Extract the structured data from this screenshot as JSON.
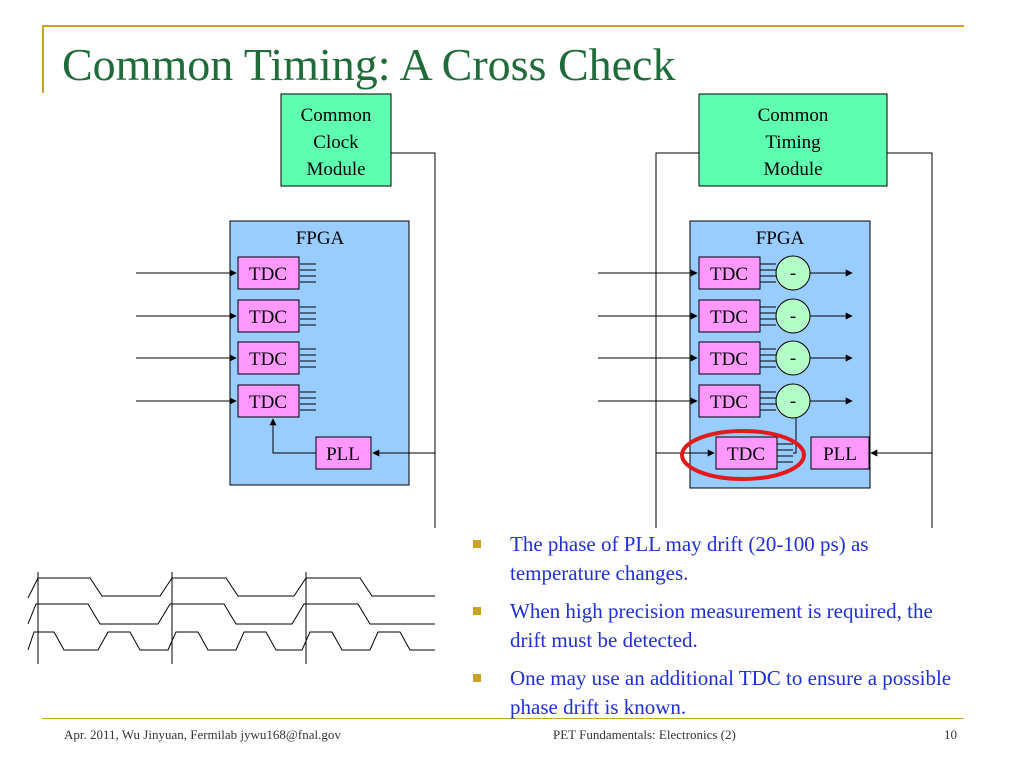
{
  "slide": {
    "title": "Common Timing: A Cross Check",
    "footer_left": "Apr. 2011, Wu Jinyuan, Fermilab jywu168@fnal.gov",
    "footer_center": "PET Fundamentals: Electronics (2)",
    "footer_right": "10"
  },
  "left_diagram": {
    "module_lines": [
      "Common",
      "Clock",
      "Module"
    ],
    "fpga_label": "FPGA",
    "tdc_label": "TDC",
    "pll_label": "PLL"
  },
  "right_diagram": {
    "module_lines": [
      "Common",
      "Timing",
      "Module"
    ],
    "fpga_label": "FPGA",
    "tdc_label": "TDC",
    "pll_label": "PLL",
    "subtract_label": "-"
  },
  "bullets": [
    "The phase of PLL may drift (20-100 ps) as temperature changes.",
    "When high precision measurement is required, the drift must be detected.",
    "One may use an additional TDC to ensure a possible phase drift is known."
  ],
  "colors": {
    "module_fill": "#5effb0",
    "fpga_fill": "#99ccff",
    "tdc_fill": "#ff99ff",
    "subtract_fill": "#b3ffc8",
    "highlight": "#e21a1a",
    "title": "#1f6b3a",
    "bullet_text": "#1f2fd6",
    "accent": "#c9a227"
  }
}
